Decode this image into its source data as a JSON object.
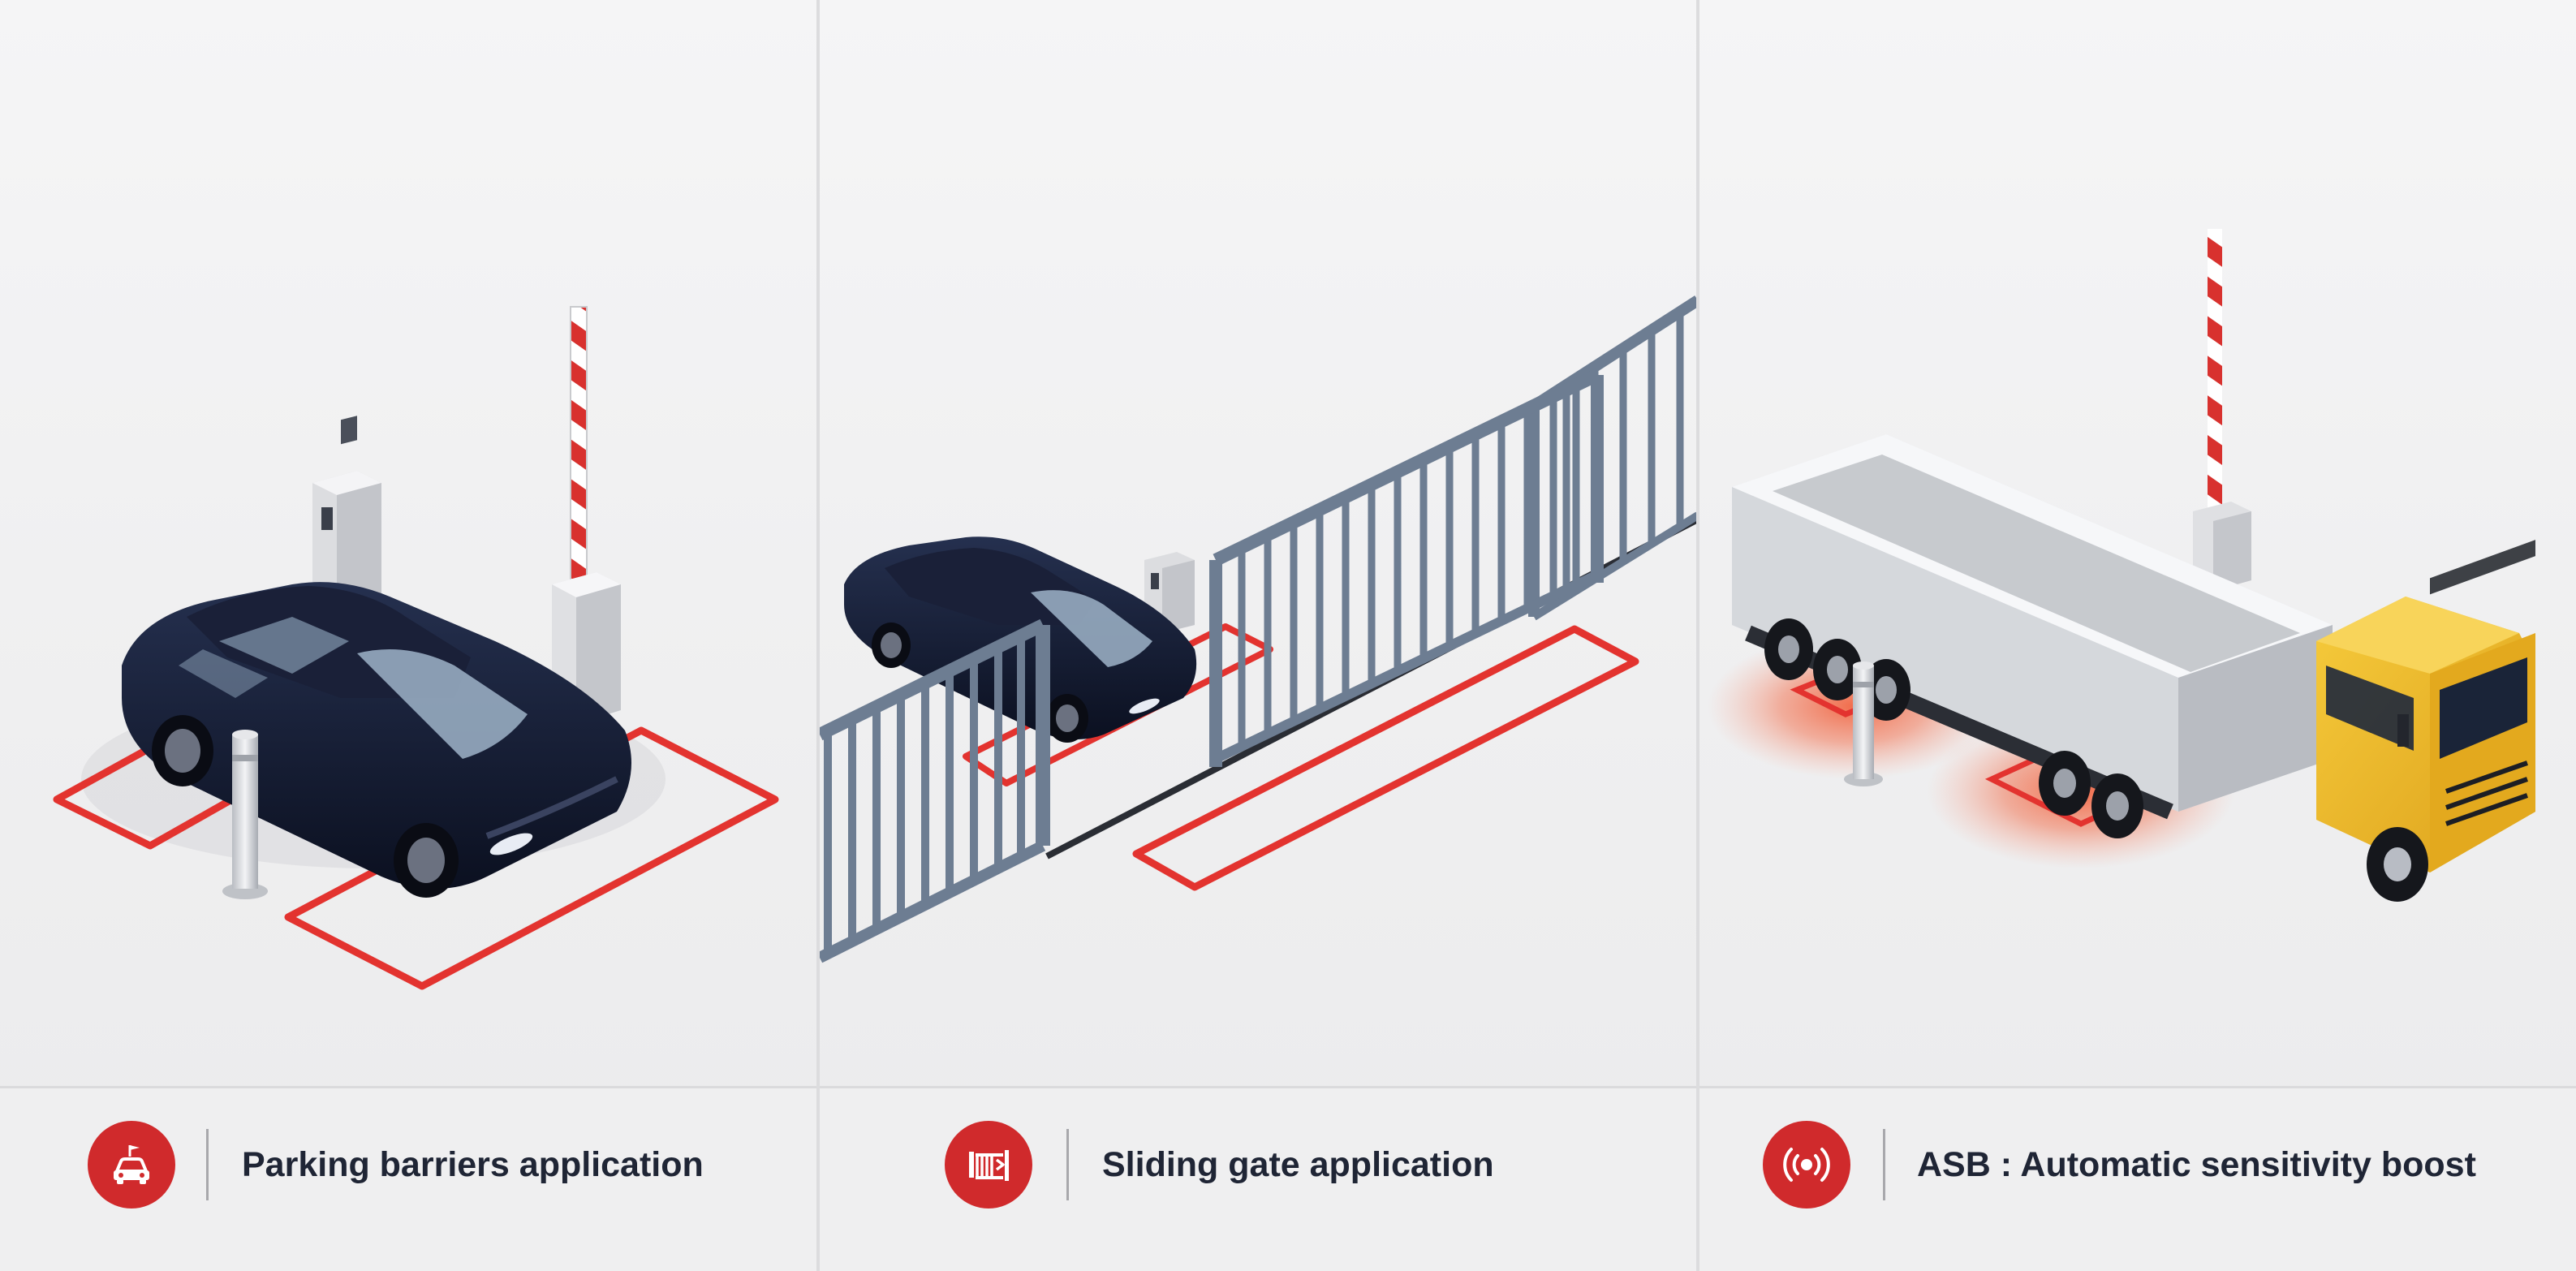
{
  "colors": {
    "accent_red": "#d02a2c",
    "loop_red": "#e3332f",
    "car_navy": "#141a2e",
    "gate_steel": "#6d7d92",
    "truck_yellow": "#f1bd2a",
    "trailer_white": "#e4e6ea"
  },
  "panels": [
    {
      "icon": "car-barrier-icon",
      "caption": "Parking barriers application"
    },
    {
      "icon": "sliding-gate-icon",
      "caption": "Sliding gate application"
    },
    {
      "icon": "sensor-signal-icon",
      "caption": "ASB : Automatic sensitivity boost"
    }
  ]
}
